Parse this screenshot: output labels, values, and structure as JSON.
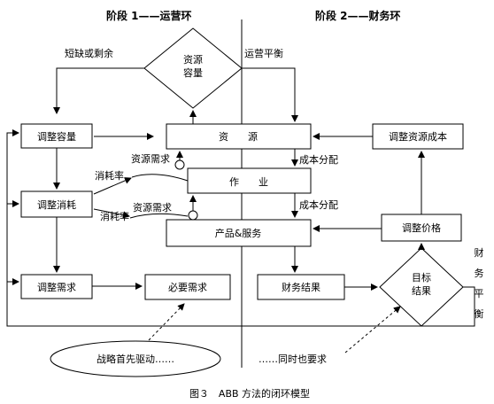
{
  "stage1_title": "阶段 1——运营环",
  "stage2_title": "阶段 2——财务环",
  "capacity": {
    "line1": "资源",
    "line2": "容量"
  },
  "shortage_label": "短缺或剩余",
  "ops_balance_label": "运营平衡",
  "adjust_capacity": "调整容量",
  "resources": "资　　源",
  "adjust_resource_cost": "调整资源成本",
  "resource_demand_1": "资源需求",
  "cost_allocation_1": "成本分配",
  "consumption_rate_1": "消耗率",
  "adjust_consumption": "调整消耗",
  "activity": "作　　业",
  "resource_demand_2": "资源需求",
  "consumption_rate_2": "消耗率",
  "cost_allocation_2": "成本分配",
  "products_services": "产品&服务",
  "adjust_price": "调整价格",
  "adjust_demand": "调整需求",
  "necessary_demand": "必要需求",
  "financial_result": "财务结果",
  "target": {
    "line1": "目标",
    "line2": "结果"
  },
  "financial_balance": [
    "财",
    "务",
    "平",
    "衡"
  ],
  "strategy_first": "战略首先驱动……",
  "also_demand": "……同时也要求",
  "caption": "图３　ABB 方法的闭环模型"
}
